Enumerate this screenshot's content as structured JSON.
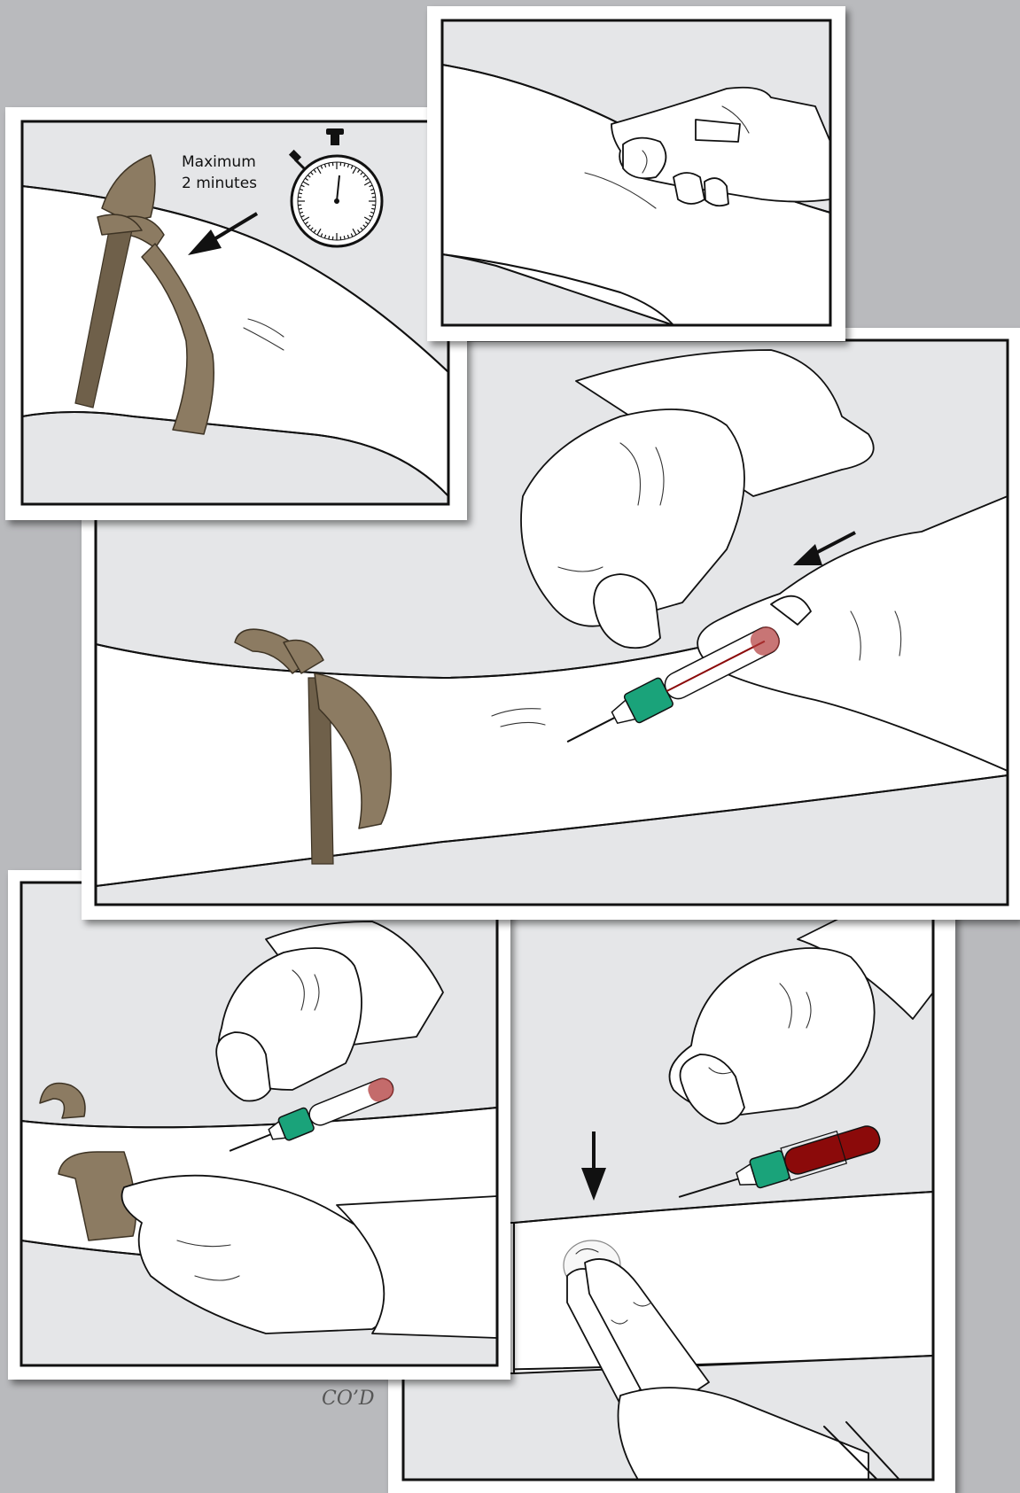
{
  "figure": {
    "panels": [
      {
        "id": "tourniquet",
        "label_lines": [
          "Maximum",
          "2 minutes"
        ],
        "icon": "stopwatch-icon"
      },
      {
        "id": "palpate"
      },
      {
        "id": "insert"
      },
      {
        "id": "release"
      },
      {
        "id": "withdraw"
      }
    ],
    "signature": "CO’D"
  },
  "colors": {
    "background": "#b9babd",
    "panel_fill": "#e5e6e8",
    "tourniquet": "#8c7b62",
    "needle_hub": "#1aa37a",
    "blood": "#8b0a0a"
  }
}
